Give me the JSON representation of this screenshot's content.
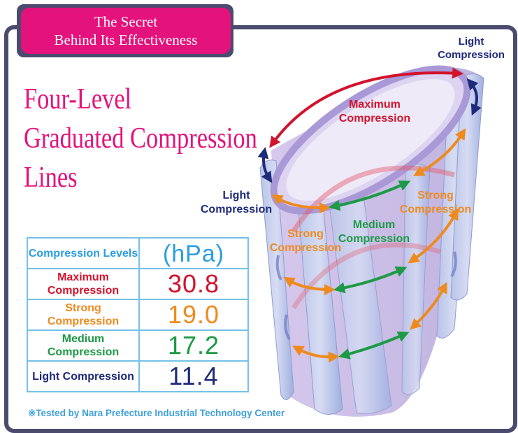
{
  "badge": {
    "line1": "The Secret",
    "line2": "Behind Its Effectiveness"
  },
  "title": {
    "line1": "Four-Level",
    "line2": "Graduated Compression",
    "line3": "Lines"
  },
  "table": {
    "header_label": "Compression Levels",
    "header_unit": "(hPa)",
    "rows": [
      {
        "label": "Maximum Compression",
        "value": "30.8",
        "color": "#d2132c"
      },
      {
        "label": "Strong Compression",
        "value": "19.0",
        "color": "#ef8a1e"
      },
      {
        "label": "Medium Compression",
        "value": "17.2",
        "color": "#1c9a45"
      },
      {
        "label": "Light Compression",
        "value": "11.4",
        "color": "#1e2a7a"
      }
    ]
  },
  "note": "※Tested by Nara Prefecture Industrial Technology Center",
  "diagram": {
    "light_top": "Light Compression",
    "maximum": "Maximum Compression",
    "light_left": "Light Compression",
    "strong_right": "Strong Compression",
    "strong_left": "Strong Compression",
    "medium": "Medium Compression"
  },
  "colors": {
    "accent_pink": "#e4127c",
    "frame": "#4a4b6e",
    "table_border": "#74c2ea",
    "maximum": "#d2132c",
    "strong": "#ef8a1e",
    "medium": "#1c9a45",
    "light": "#1e2a7a"
  }
}
